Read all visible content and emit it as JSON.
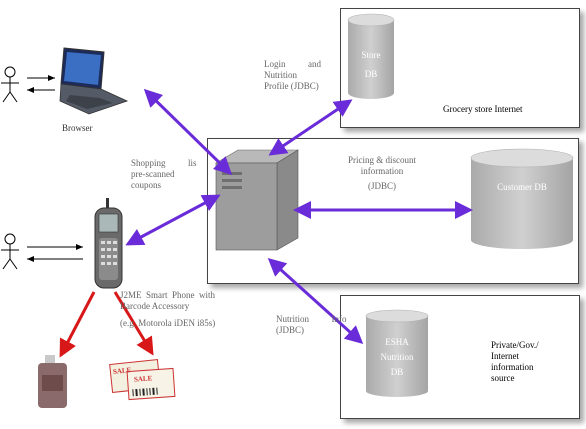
{
  "browser": {
    "label": "Browser"
  },
  "grocery": {
    "store_db": [
      "Store",
      "DB"
    ],
    "panel_label": "Grocery store Internet",
    "link_label": [
      "Login          and",
      "Nutrition",
      "Profile (JDBC)"
    ]
  },
  "server": {
    "shopping_label": [
      "Shopping          lis",
      "pre-scanned",
      "coupons"
    ],
    "pricing_label": [
      "Pricing & discount",
      "information",
      "(JDBC)"
    ],
    "customer_db": "Customer DB"
  },
  "phone": {
    "label": [
      "J2ME  Smart  Phone  with",
      "Barcode Accessory",
      "(e.g. Motorola iDEN i85s)"
    ],
    "coupon_text": "SALE"
  },
  "nutrition": {
    "link_label": [
      "Nutrition          Info",
      "(JDBC)"
    ],
    "esha_db": [
      "ESHA",
      "Nutrition",
      "DB"
    ],
    "panel_label": [
      "Private/Gov./",
      "Internet",
      "information",
      "source"
    ]
  },
  "colors": {
    "arrow_purple": "#6a2bd8",
    "arrow_red": "#d81818",
    "db_grey": "#c2c2c2"
  }
}
